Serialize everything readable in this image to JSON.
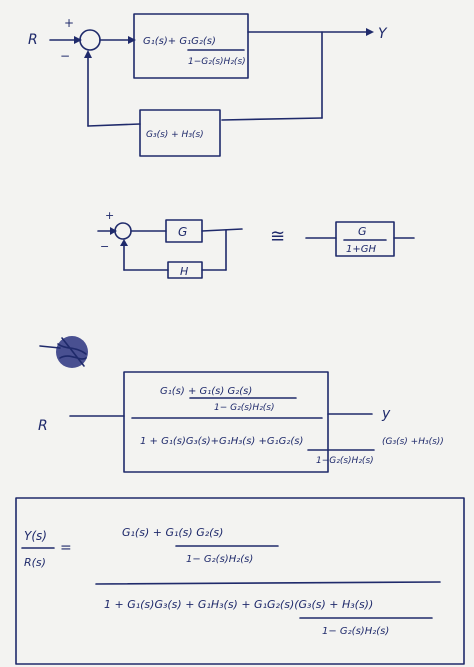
{
  "diagram1": {
    "input": "R",
    "output": "Y",
    "plus": "+",
    "minus": "−",
    "forward_num": "G₁(s)+   G₁G₂(s)",
    "forward_den": "1−G₂(s)H₂(s)",
    "feedback": "G₃(s) + H₃(s)"
  },
  "diagram2": {
    "plus": "+",
    "minus": "−",
    "g": "G",
    "h": "H",
    "approx": "≅",
    "result_num": "G",
    "result_den": "1+GH"
  },
  "diagram3": {
    "input": "R",
    "output": "y",
    "num_line1": "G₁(s) + G₁(s) G₂(s)",
    "num_line2": "1− G₂(s)H₂(s)",
    "den_main": "1 +  G₁(s)G₃(s)+G₁H₃(s) +G₁G₂(s)",
    "den_sub": "1−G₂(s)H₂(s)",
    "den_paren": "(G₃(s) +H₃(s))"
  },
  "result": {
    "lhs_num": "Y(s)",
    "lhs_den": "R(s)",
    "equals": "=",
    "num_line1": "G₁(s) + G₁(s) G₂(s)",
    "num_line2": "1− G₂(s)H₂(s)",
    "den_main": "1 + G₁(s)G₃(s) + G₁H₃(s) + G₁G₂(s)(G₃(s) + H₃(s))",
    "den_sub": "1− G₂(s)H₂(s)"
  }
}
